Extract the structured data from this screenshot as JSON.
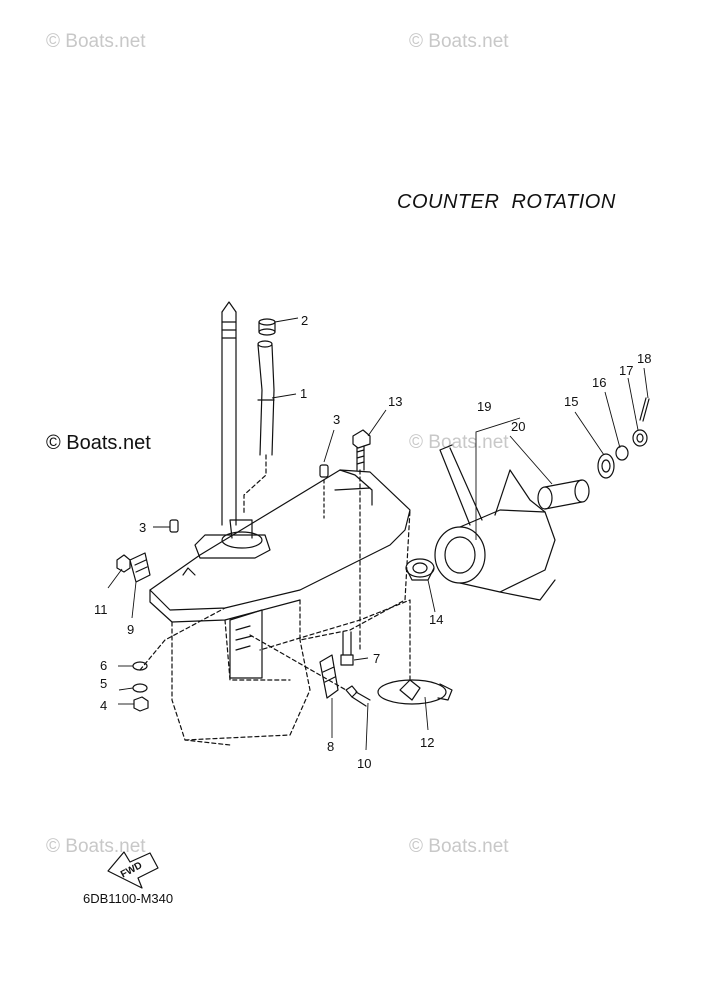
{
  "watermarks": {
    "top_left": "© Boats.net",
    "top_right": "© Boats.net",
    "mid_left": "© Boats.net",
    "mid_right": "© Boats.net",
    "bottom_left": "© Boats.net",
    "bottom_right": "© Boats.net"
  },
  "title": "COUNTER  ROTATION",
  "diagram_code": "6DB1100-M340",
  "fwd_label": "FWD",
  "callouts": [
    "1",
    "2",
    "3",
    "3",
    "4",
    "5",
    "6",
    "7",
    "8",
    "9",
    "10",
    "11",
    "12",
    "13",
    "14",
    "15",
    "16",
    "17",
    "18",
    "19",
    "20"
  ]
}
